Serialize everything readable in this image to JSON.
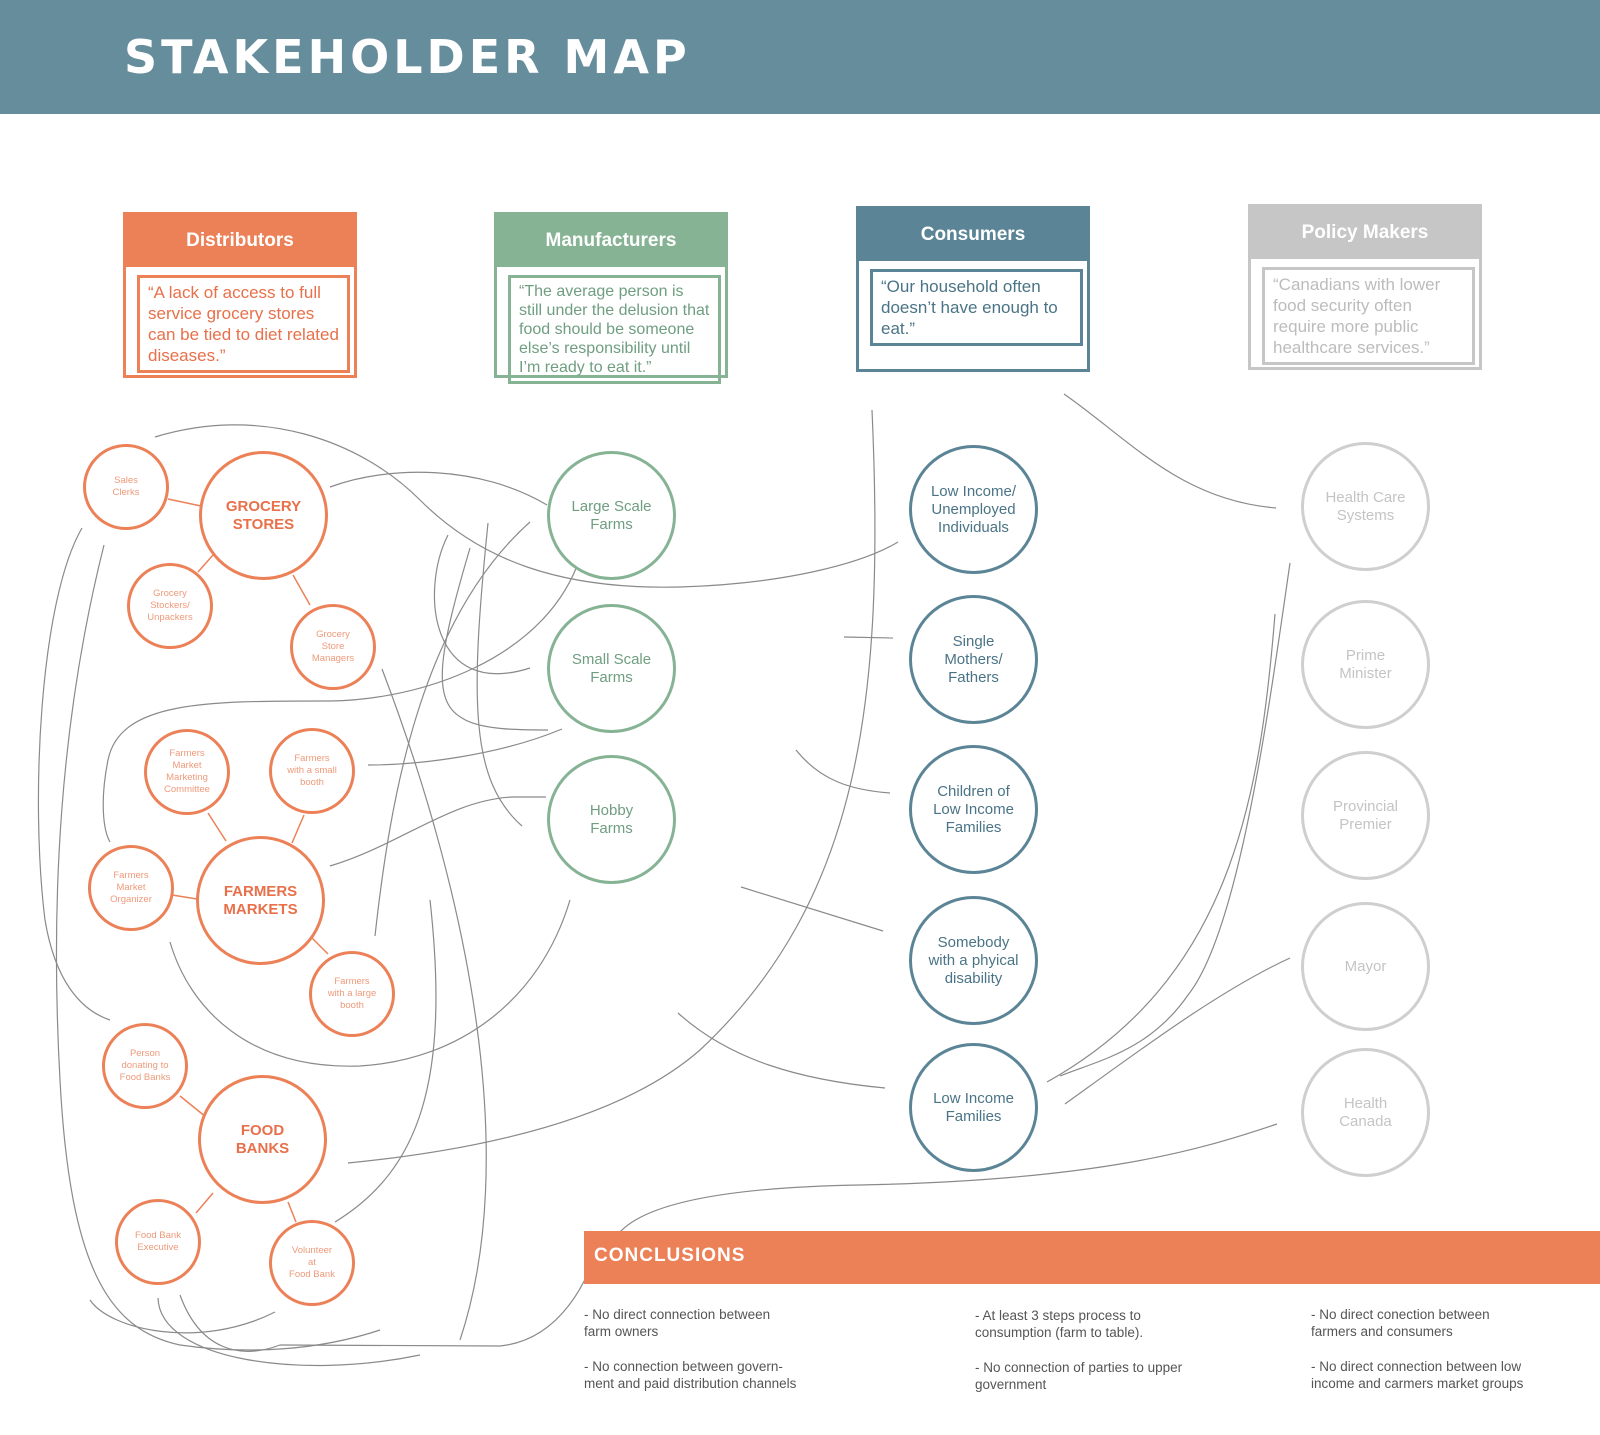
{
  "header": {
    "title": "STAKEHOLDER MAP"
  },
  "groups": {
    "distributors": {
      "title": "Distributors",
      "quote": "“A lack of access to full service grocery stores can be tied to diet related diseases.”"
    },
    "manufacturers": {
      "title": "Manufacturers",
      "quote": "“The average person is still under the delusion that food should be someone else’s responsibility until I’m ready to eat it.”"
    },
    "consumers": {
      "title": "Consumers",
      "quote": "“Our household often doesn’t have enough to eat.”"
    },
    "policy_makers": {
      "title": "Policy Makers",
      "quote": "“Canadians with lower food security often require more public healthcare services.”"
    }
  },
  "distributor_nodes": {
    "grocery_stores": "GROCERY\nSTORES",
    "sales_clerks": "Sales\nClerks",
    "grocery_stockers": "Grocery\nStockers/\nUnpackers",
    "grocery_managers": "Grocery\nStore\nManagers",
    "farmers_markets": "FARMERS\nMARKETS",
    "fm_marketing_committee": "Farmers\nMarket\nMarketing\nCommittee",
    "farmers_small_booth": "Farmers\nwith a small\nbooth",
    "fm_organizer": "Farmers\nMarket\nOrganizer",
    "farmers_large_booth": "Farmers\nwith a large\nbooth",
    "food_banks": "FOOD\nBANKS",
    "person_donating": "Person\ndonating to\nFood Banks",
    "food_bank_executive": "Food Bank\nExecutive",
    "volunteer": "Volunteer\nat\nFood Bank"
  },
  "manufacturer_nodes": {
    "large_scale": "Large Scale\nFarms",
    "small_scale": "Small Scale\nFarms",
    "hobby": "Hobby\nFarms"
  },
  "consumer_nodes": {
    "low_income_unemployed": "Low Income/\nUnemployed\nIndividuals",
    "single_parents": "Single\nMothers/\nFathers",
    "children": "Children of\nLow Income\nFamilies",
    "disability": "Somebody\nwith a phyical\ndisability",
    "low_income_families": "Low Income\nFamilies"
  },
  "policy_nodes": {
    "health_care": "Health Care\nSystems",
    "prime_minister": "Prime\nMinister",
    "provincial_premier": "Provincial\nPremier",
    "mayor": "Mayor",
    "health_canada": "Health\nCanada"
  },
  "conclusions": {
    "title": "CONCLUSIONS",
    "notes": [
      "- No direct connection between\nfarm owners",
      "- No connection between govern-\nment and paid distribution channels",
      "- At least 3 steps process to\nconsumption (farm to table).",
      "- No connection of parties to upper\ngovernment",
      "- No direct conection between\nfarmers and consumers",
      "- No direct connection between low\nincome and carmers market groups"
    ]
  },
  "colors": {
    "header": "#668d9b",
    "distributors": "#ec8158",
    "manufacturers": "#86b394",
    "consumers": "#5b8596",
    "policy_makers": "#c6c6c6",
    "connector": "#8a8a8a"
  }
}
